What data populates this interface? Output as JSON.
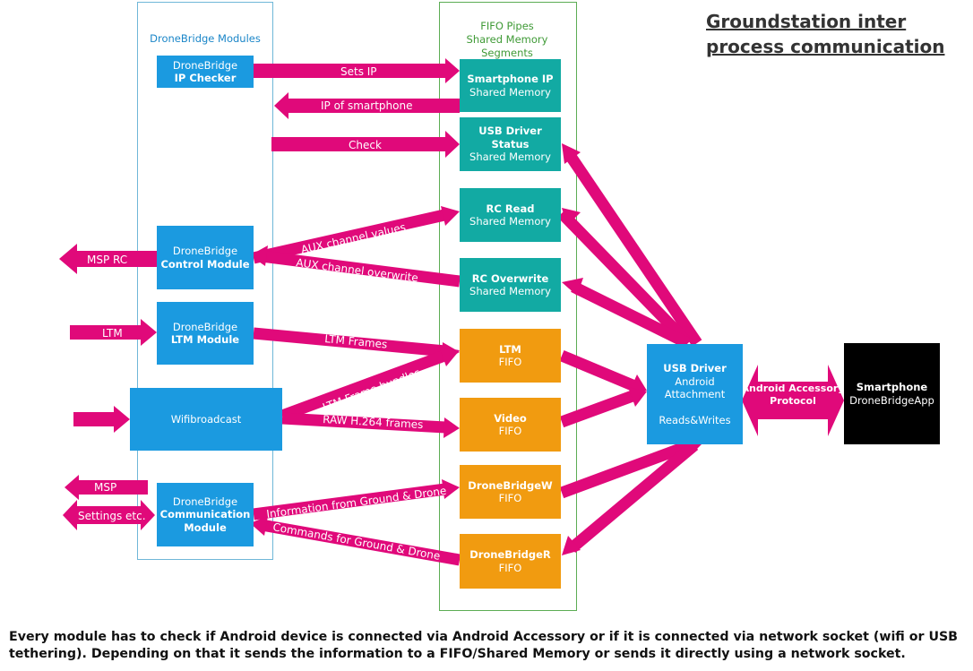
{
  "title": "Groundstation inter process communication",
  "frames": {
    "modules": "DroneBridge Modules",
    "fifo_line1": "FIFO Pipes",
    "fifo_line2": "Shared Memory Segments"
  },
  "modules": {
    "ip_checker": [
      "DroneBridge",
      "IP Checker"
    ],
    "control": [
      "DroneBridge",
      "Control Module"
    ],
    "ltm": [
      "DroneBridge",
      "LTM Module"
    ],
    "wifibroadcast": "Wifibroadcast",
    "communication": [
      "DroneBridge",
      "Communication",
      "Module"
    ]
  },
  "shared": {
    "smartphone_ip": [
      "Smartphone IP",
      "Shared Memory"
    ],
    "usb_status": [
      "USB Driver Status",
      "Shared Memory"
    ],
    "rc_read": [
      "RC Read",
      "Shared Memory"
    ],
    "rc_overwrite": [
      "RC Overwrite",
      "Shared Memory"
    ],
    "ltm": [
      "LTM",
      "FIFO"
    ],
    "video": [
      "Video",
      "FIFO"
    ],
    "dbw": [
      "DroneBridgeW",
      "FIFO"
    ],
    "dbr": [
      "DroneBridgeR",
      "FIFO"
    ]
  },
  "usb_driver": [
    "USB Driver",
    "Android",
    "Attachment",
    "Reads&Writes"
  ],
  "smartphone": [
    "Smartphone",
    "DroneBridgeApp"
  ],
  "arrows": {
    "sets_ip": "Sets IP",
    "ip_of_smartphone": "IP of smartphone",
    "check": "Check",
    "aux_values": "AUX channel values",
    "aux_overwrite": "AUX channel overwrite",
    "msp_rc": "MSP RC",
    "ltm_in": "LTM",
    "ltm_frames": "LTM Frames",
    "ltm_bundles": "LTM Frame bundles",
    "raw_h264": "RAW H.264 frames",
    "msp": "MSP",
    "settings": "Settings etc.",
    "info": "Information from Ground & Drone",
    "commands": "Commands for Ground & Drone",
    "accessory_line1": "Android Accessory",
    "accessory_line2": "Protocol"
  },
  "colors": {
    "arrow": "#e0097a",
    "module": "#1b9ae0",
    "shared_memory": "#12aaa3",
    "fifo": "#f19b10",
    "modules_frame": "#6fb7d8",
    "fifo_frame": "#5cad54"
  },
  "footer": "Every module has to check if Android device is connected via Android Accessory or if it is connected via network socket (wifi or USB tethering). Depending on that it sends the information to a FIFO/Shared Memory or sends it directly using a network socket."
}
